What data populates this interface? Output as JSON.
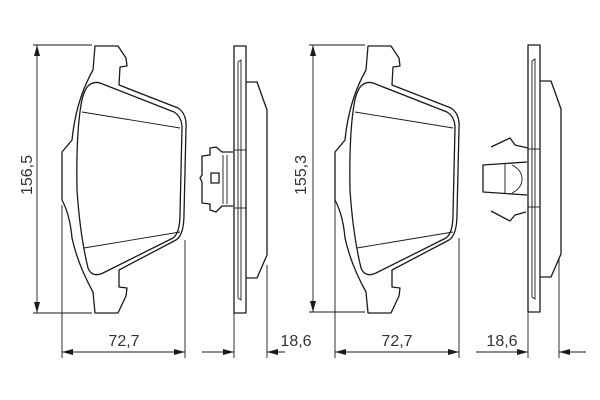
{
  "drawing": {
    "colors": {
      "line": "#1a1a1a",
      "text": "#333333",
      "background": "#ffffff"
    },
    "pads": [
      {
        "height_dim": "156,5",
        "width_dim": "72,7",
        "thickness_dim": "18,6",
        "clip": "single-clip"
      },
      {
        "height_dim": "155,3",
        "width_dim": "72,7",
        "thickness_dim": "18,6",
        "clip": "spring-clip"
      }
    ]
  }
}
